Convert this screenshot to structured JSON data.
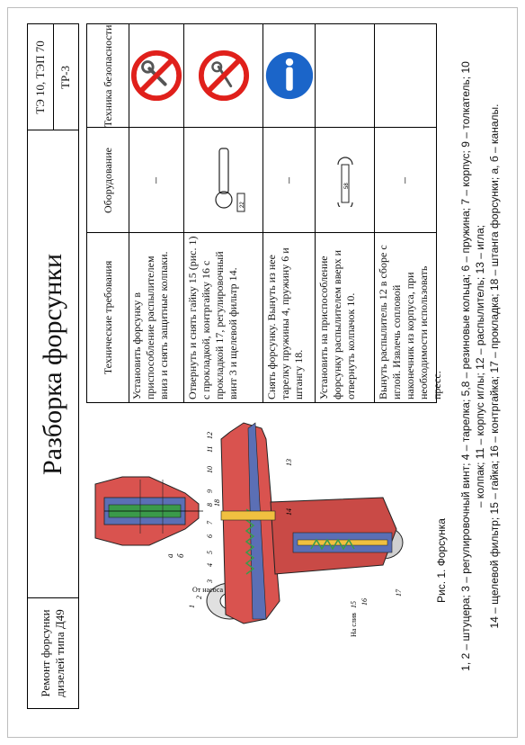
{
  "header": {
    "left_line1": "Ремонт форсунки",
    "left_line2": "дизелей типа Д49",
    "title": "Разборка форсунки",
    "right_top": "ТЭ 10, ТЭП 70",
    "right_bottom": "ТР-3"
  },
  "figure": {
    "caption": "Рис. 1. Форсунка",
    "label_top": "От насоса",
    "label_side": "На слив",
    "numbers": [
      "1",
      "2",
      "3",
      "4",
      "5",
      "6",
      "7",
      "8",
      "9",
      "10",
      "11",
      "12",
      "13",
      "14",
      "15",
      "16",
      "17",
      "18",
      "а",
      "б"
    ]
  },
  "table": {
    "col_requirements": "Технические требования",
    "col_equipment": "Оборудование",
    "col_safety": "Техника безопасности",
    "rows": [
      {
        "requirement": "Установить форсунку в приспособление распылителем вниз и снять защитные колпаки.",
        "equipment": "–",
        "safety_icon": "no-wrench-icon"
      },
      {
        "requirement": "Отвернуть и снять гайку 15 (рис. 1) с прокладкой, контргайку 16 с прокладкой 17, регулировочный винт 3 и щелевой фильтр 14.",
        "equipment_label": "22",
        "safety_icon": "no-wrench-icon"
      },
      {
        "requirement": "Снять форсунку. Вынуть из нее тарелку пружины 4, пружину 6 и штангу 18.",
        "equipment": "–",
        "safety_icon": "attention-icon"
      },
      {
        "requirement": "Установить на приспособление форсунку распылителем вверх и отвернуть колпачок 10.",
        "equipment_label": "58",
        "safety_icon": ""
      },
      {
        "requirement": "Вынуть распылитель 12 в сборе с иглой. Извлечь сопловой наконечник из корпуса, при необходимости использовать пресс.",
        "equipment": "–",
        "safety_icon": ""
      }
    ]
  },
  "legend": {
    "line1": "1, 2 – штуцера; 3 – регулировочный винт; 4 – тарелка; 5,8 – резиновые кольца; 6 – пружина; 7 – корпус; 9 – толкатель; 10",
    "line2": "– колпак; 11 – корпус иглы; 12 – распылитель; 13 – игла;",
    "line3": "14 – щелевой фильтр; 15 – гайка; 16 – контргайка; 17 – прокладка; 18 – штанга форсунки; а, б – каналы."
  },
  "colors": {
    "prohibit_red": "#e0201b",
    "mandatory_blue": "#1b65c9",
    "body_red": "#d9534f",
    "spring_green": "#3a9a4a"
  }
}
